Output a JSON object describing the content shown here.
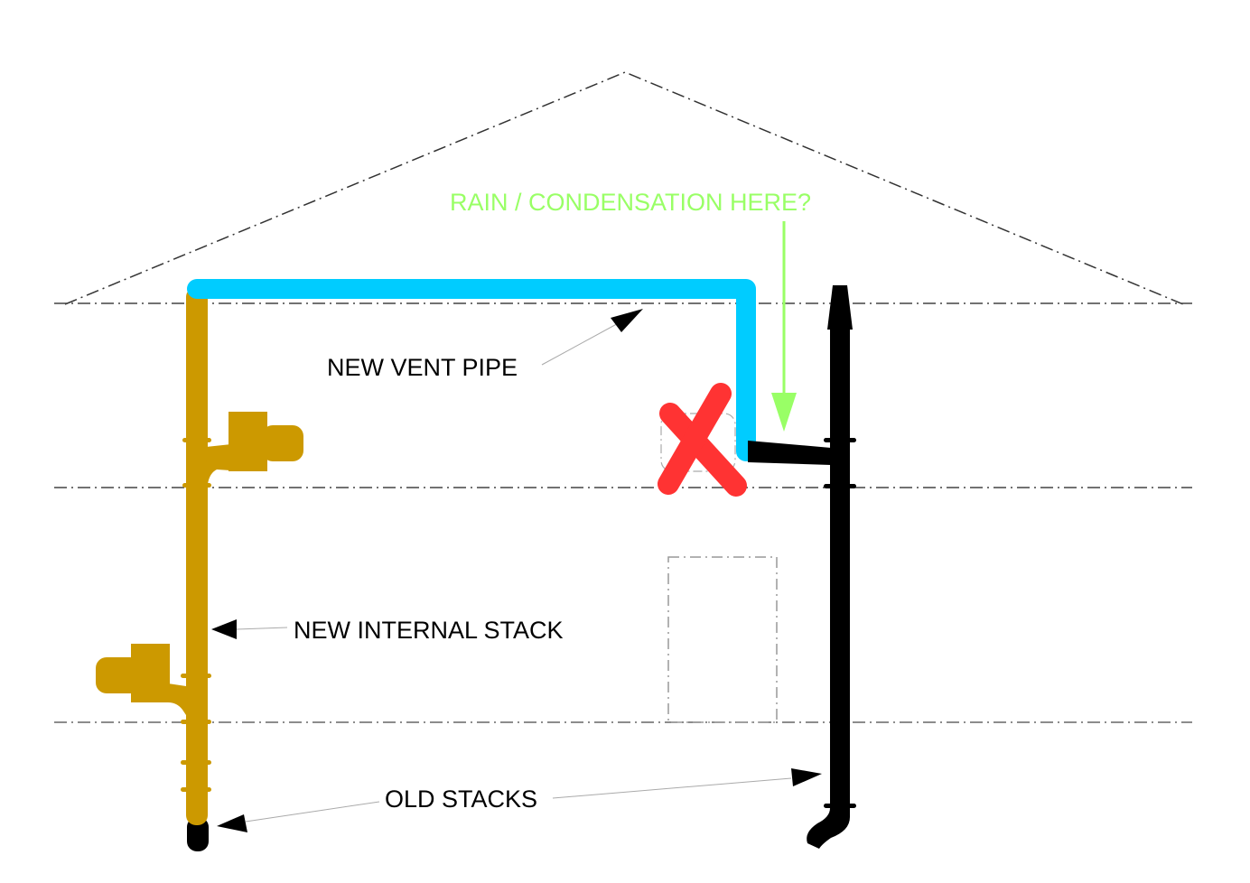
{
  "diagram": {
    "title": "House plumbing vent diagram",
    "colors": {
      "new_stack": "#cc9900",
      "new_vent": "#00ccff",
      "old_stack": "#000000",
      "annotation_green": "#99ff66",
      "cross": "#ff3333",
      "outline": "#444444"
    },
    "labels": {
      "rain_question": "RAIN / CONDENSATION HERE?",
      "new_vent_pipe": "NEW VENT PIPE",
      "new_internal_stack": "NEW INTERNAL STACK",
      "old_stacks": "OLD STACKS"
    },
    "elements": [
      "roof-outline",
      "floor-line-attic",
      "floor-line-upper",
      "floor-line-ground",
      "door-outline",
      "new-internal-stack",
      "new-vent-pipe",
      "old-stack-right",
      "old-stack-left-stub",
      "toilet-upper",
      "toilet-lower",
      "red-x-mark",
      "green-arrow"
    ]
  }
}
